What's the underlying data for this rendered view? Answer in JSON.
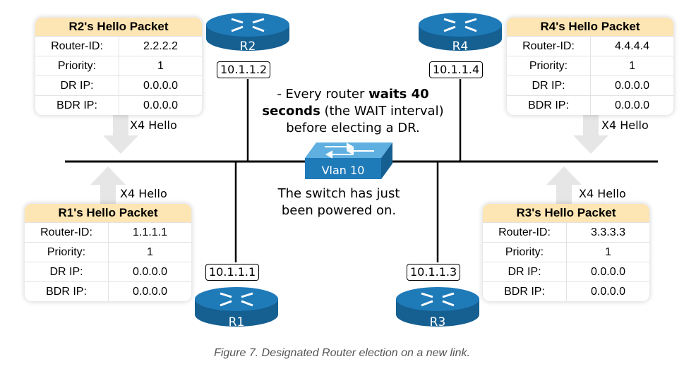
{
  "packets": {
    "r2": {
      "title": "R2's Hello Packet",
      "router_id": "2.2.2.2",
      "priority": "1",
      "dr_ip": "0.0.0.0",
      "bdr_ip": "0.0.0.0"
    },
    "r4": {
      "title": "R4's Hello Packet",
      "router_id": "4.4.4.4",
      "priority": "1",
      "dr_ip": "0.0.0.0",
      "bdr_ip": "0.0.0.0"
    },
    "r1": {
      "title": "R1's Hello Packet",
      "router_id": "1.1.1.1",
      "priority": "1",
      "dr_ip": "0.0.0.0",
      "bdr_ip": "0.0.0.0"
    },
    "r3": {
      "title": "R3's Hello Packet",
      "router_id": "3.3.3.3",
      "priority": "1",
      "dr_ip": "0.0.0.0",
      "bdr_ip": "0.0.0.0"
    }
  },
  "field_labels": {
    "router_id": "Router-ID:",
    "priority": "Priority:",
    "dr_ip": "DR IP:",
    "bdr_ip": "BDR IP:"
  },
  "routers": {
    "r1": "R1",
    "r2": "R2",
    "r3": "R3",
    "r4": "R4"
  },
  "ips": {
    "r1": "10.1.1.1",
    "r2": "10.1.1.2",
    "r3": "10.1.1.3",
    "r4": "10.1.1.4"
  },
  "hello_label": "X4 Hello",
  "switch_label": "Vlan 10",
  "wait_note": {
    "prefix": "- Every router ",
    "bold1": "waits 40",
    "bold2": "seconds",
    "mid": " (the WAIT interval)",
    "line3": "before electing a DR."
  },
  "switch_note": {
    "line1": "The switch has just",
    "line2": "been powered on."
  },
  "caption": "Figure 7. Designated Router election on a new link.",
  "colors": {
    "router_blue": "#1f7ab8",
    "router_dark": "#155f91",
    "title_bg": "#fde5b4",
    "arrow_gray": "#e6e6e6"
  }
}
